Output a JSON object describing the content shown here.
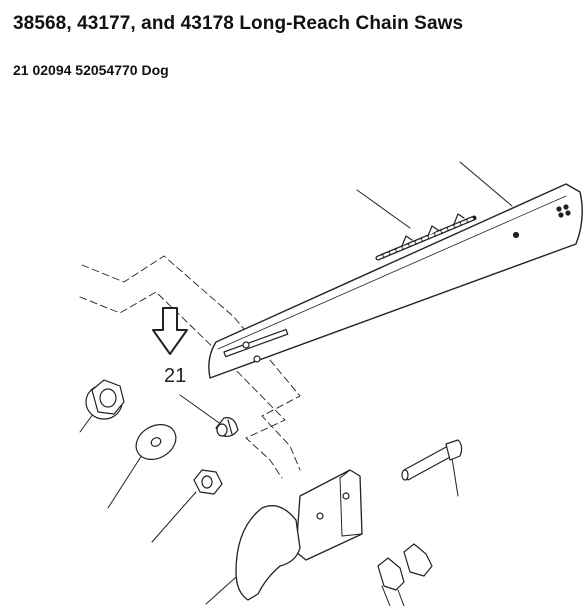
{
  "title": "38568, 43177, and 43178 Long-Reach Chain Saws",
  "part_line": "21 02094 52054770 Dog",
  "callout": {
    "number": "21",
    "indicator": "down-arrow-icon"
  },
  "colors": {
    "line": "#222222",
    "text": "#111111",
    "background": "#ffffff"
  }
}
